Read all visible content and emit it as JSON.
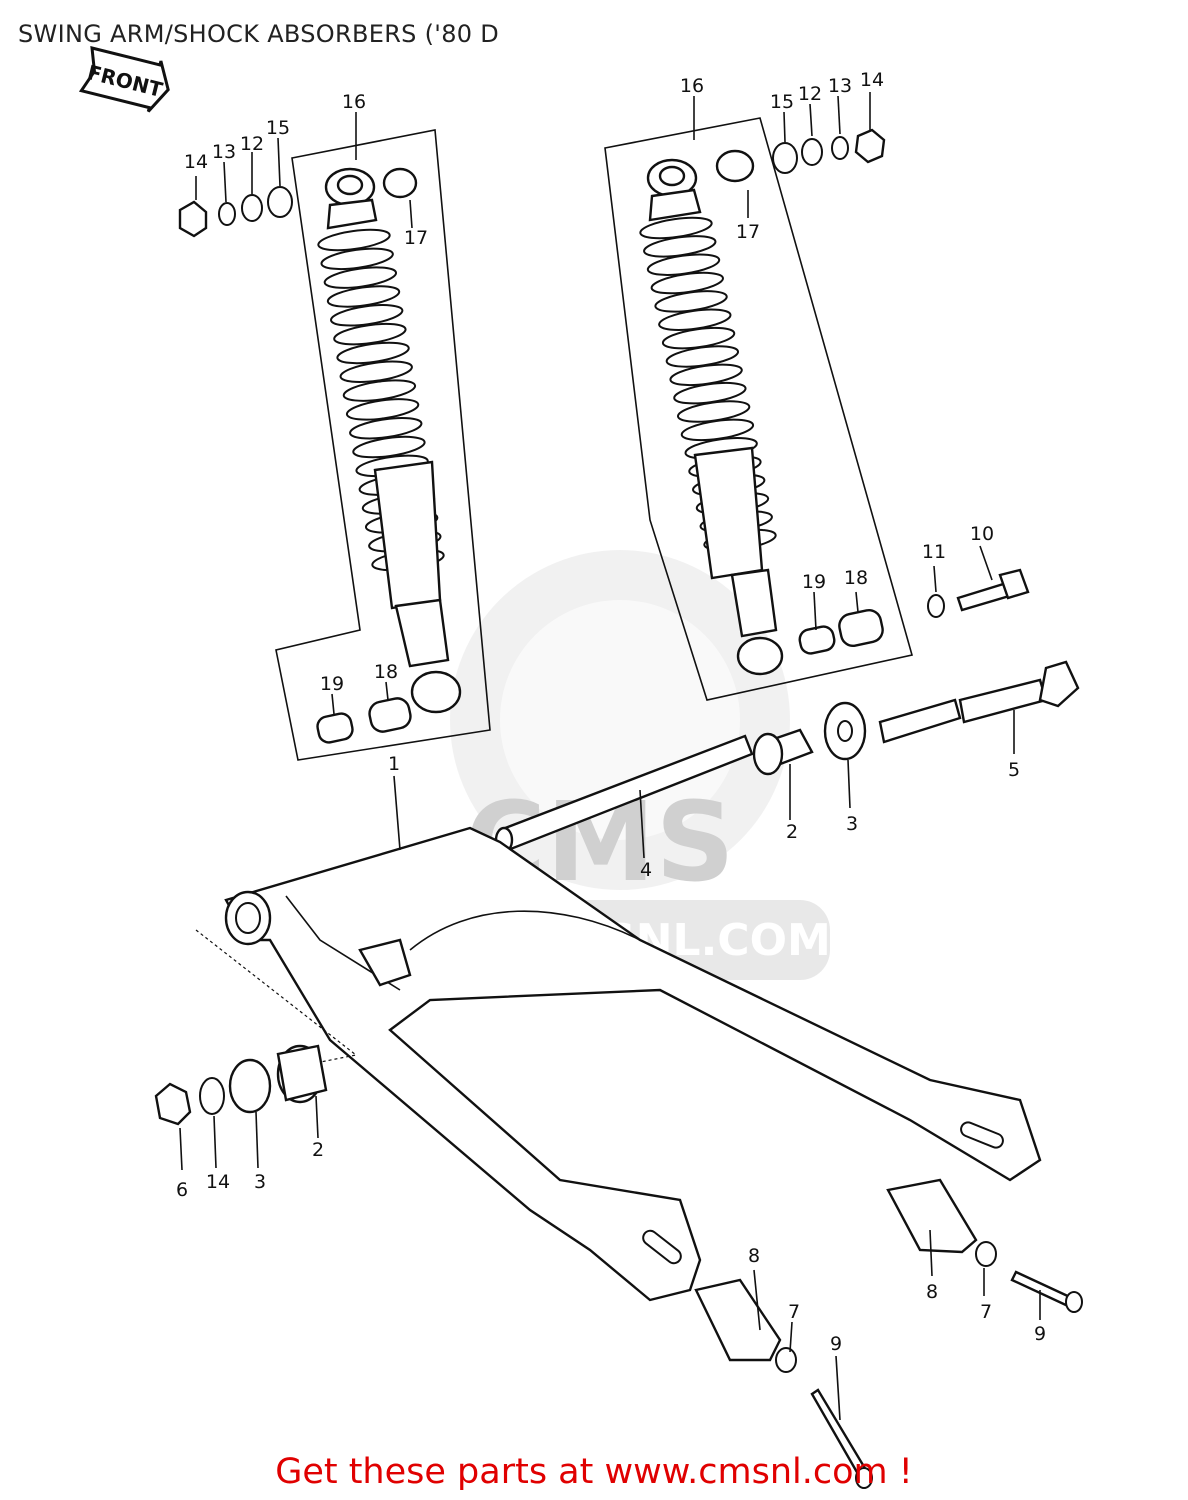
{
  "title": "SWING ARM/SHOCK ABSORBERS ('80 D",
  "front_tag": "FRONT",
  "watermark": {
    "brand": "CMS",
    "url": "WWW.CMSNL.COM"
  },
  "callouts": [
    {
      "id": "c16a",
      "text": "16"
    },
    {
      "id": "c14a",
      "text": "14"
    },
    {
      "id": "c13a",
      "text": "13"
    },
    {
      "id": "c12a",
      "text": "12"
    },
    {
      "id": "c15a",
      "text": "15"
    },
    {
      "id": "c17a",
      "text": "17"
    },
    {
      "id": "c19a",
      "text": "19"
    },
    {
      "id": "c18a",
      "text": "18"
    },
    {
      "id": "c16b",
      "text": "16"
    },
    {
      "id": "c15b",
      "text": "15"
    },
    {
      "id": "c12b",
      "text": "12"
    },
    {
      "id": "c13b",
      "text": "13"
    },
    {
      "id": "c14b",
      "text": "14"
    },
    {
      "id": "c17b",
      "text": "17"
    },
    {
      "id": "c11",
      "text": "11"
    },
    {
      "id": "c10",
      "text": "10"
    },
    {
      "id": "c19b",
      "text": "19"
    },
    {
      "id": "c18b",
      "text": "18"
    },
    {
      "id": "c5",
      "text": "5"
    },
    {
      "id": "c1",
      "text": "1"
    },
    {
      "id": "c2a",
      "text": "2"
    },
    {
      "id": "c3a",
      "text": "3"
    },
    {
      "id": "c4",
      "text": "4"
    },
    {
      "id": "c6",
      "text": "6"
    },
    {
      "id": "c14c",
      "text": "14"
    },
    {
      "id": "c3b",
      "text": "3"
    },
    {
      "id": "c2b",
      "text": "2"
    },
    {
      "id": "c8a",
      "text": "8"
    },
    {
      "id": "c7a",
      "text": "7"
    },
    {
      "id": "c9a",
      "text": "9"
    },
    {
      "id": "c8b",
      "text": "8"
    },
    {
      "id": "c7b",
      "text": "7"
    },
    {
      "id": "c9b",
      "text": "9"
    }
  ],
  "cta": "Get these parts at www.cmsnl.com !",
  "colors": {
    "cta": "#e00000",
    "line": "#111111",
    "watermark": "#d6d6d6"
  }
}
